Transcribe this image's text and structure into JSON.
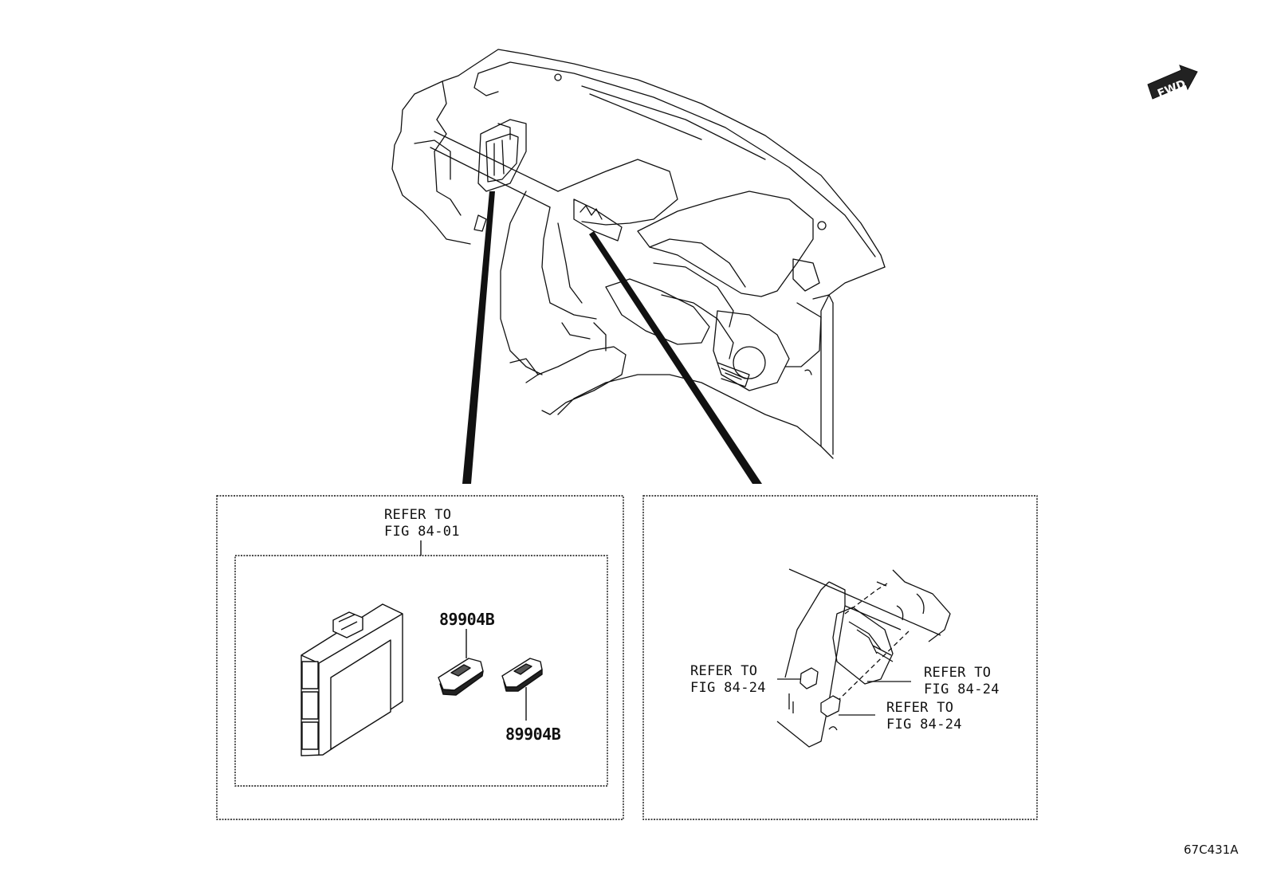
{
  "left_panel": {
    "refer_line1": "REFER TO",
    "refer_line2": "FIG 84-01",
    "part_top": "89904B",
    "part_bottom": "89904B"
  },
  "right_panel": {
    "ref_a_line1": "REFER TO",
    "ref_a_line2": "FIG 84-24",
    "ref_b_line1": "REFER TO",
    "ref_b_line2": "FIG 84-24",
    "ref_c_line1": "REFER TO",
    "ref_c_line2": "FIG 84-24"
  },
  "fwd_label": "FWD",
  "figure_code": "67C431A"
}
